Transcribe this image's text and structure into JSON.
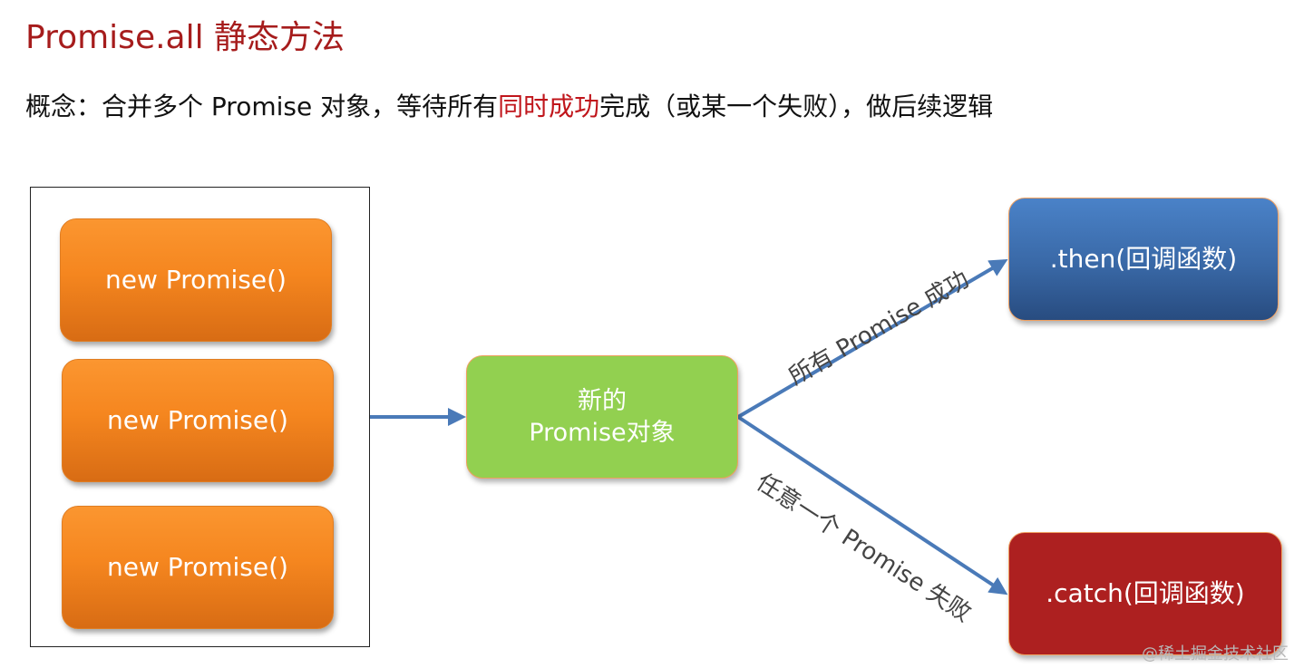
{
  "title": "Promise.all 静态方法",
  "concept": {
    "before": "概念：合并多个 Promise 对象，等待所有",
    "highlight": "同时成功",
    "after": "完成（或某一个失败），做后续逻辑",
    "highlight_color": "#c0151b"
  },
  "diagram": {
    "inputs": [
      {
        "label": "new Promise()"
      },
      {
        "label": "new Promise()"
      },
      {
        "label": "new Promise()"
      }
    ],
    "center": {
      "line1": "新的",
      "line2": "Promise对象"
    },
    "success_node": {
      "label": ".then(回调函数)"
    },
    "failure_node": {
      "label": ".catch(回调函数)"
    },
    "success_edge_label": "所有 Promise 成功",
    "failure_edge_label": "任意一个 Promise 失败",
    "colors": {
      "input": "#f5861f",
      "center": "#92d050",
      "success": "#3968a6",
      "failure": "#ad2020",
      "arrow": "#4a7ab8",
      "title": "#a61c1c"
    }
  },
  "watermark": "@稀土掘金技术社区"
}
